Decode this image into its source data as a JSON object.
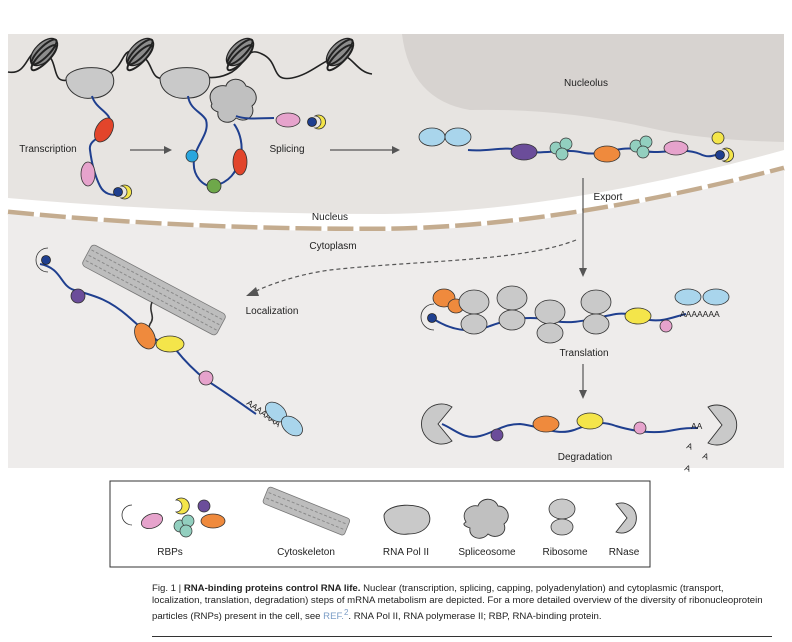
{
  "compartments": {
    "nucleolus": "Nucleolus",
    "nucleus": "Nucleus",
    "cytoplasm": "Cytoplasm"
  },
  "steps": {
    "transcription": "Transcription",
    "splicing": "Splicing",
    "export": "Export",
    "localization": "Localization",
    "translation": "Translation",
    "degradation": "Degradation"
  },
  "polya": {
    "tail": "AAAAAAA",
    "aa": "AA",
    "a": "A"
  },
  "legend": {
    "rbps": "RBPs",
    "cytoskeleton": "Cytoskeleton",
    "rna_pol_ii": "RNA Pol II",
    "spliceosome": "Spliceosome",
    "ribosome": "Ribosome",
    "rnase": "RNase"
  },
  "caption": {
    "fig": "Fig. 1 |",
    "title": "RNA-binding proteins control RNA life.",
    "text1": "Nuclear (transcription, splicing, capping, polyadenylation) and cytoplasmic (transport, localization, translation, degradation) steps of mRNA metabolism are depicted. For a more detailed overview of the diversity of ribonucleoprotein particles (RNPs) present in the cell, see",
    "ref": "REF.",
    "ref_num": "2",
    "text2": ". RNA Pol II, RNA polymerase II; RBP, RNA-binding protein."
  },
  "colors": {
    "rna": "#1f3f8f",
    "nucleus_bg": "#e7e4e1",
    "nucleolus_bg": "#d7d3d0",
    "membrane": "#c4ac8f",
    "grey_protein": "#c9c9c9",
    "red_rbp": "#e2452b",
    "pink_rbp": "#e6a3cc",
    "orange_rbp": "#ef8a3d",
    "yellow_rbp": "#f4e54a",
    "teal_rbp": "#92cfbf",
    "purple_rbp": "#6b4d9a",
    "cyan_rbp": "#2aa6de",
    "green_rbp": "#6ea84a",
    "light_blue_pabp": "#a9d5ec",
    "cap": "#1f3f8f"
  }
}
